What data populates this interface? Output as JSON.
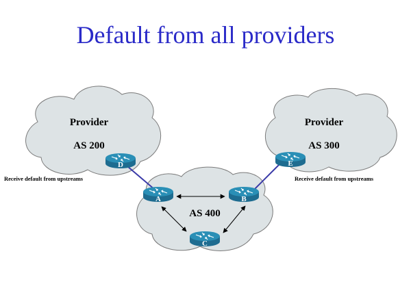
{
  "slide": {
    "title": "Default from all providers",
    "title_color": "#2a2ac8"
  },
  "clouds": {
    "provider_left": {
      "name": "Provider",
      "as_label": "AS 200"
    },
    "provider_right": {
      "name": "Provider",
      "as_label": "AS 300"
    },
    "local": {
      "as_label": "AS 400"
    }
  },
  "routers": {
    "A": "A",
    "B": "B",
    "C": "C",
    "D": "D",
    "E": "E"
  },
  "notes": {
    "left": "Receive default from upstreams",
    "right": "Receive default from upstreams"
  },
  "colors": {
    "cloud_fill": "#dde3e5",
    "router_top": "#2a8fb6",
    "router_side": "#1e6c90",
    "uplink": "#3a3aa8"
  },
  "icons": {
    "router": "router-icon",
    "cloud": "cloud-shape"
  }
}
